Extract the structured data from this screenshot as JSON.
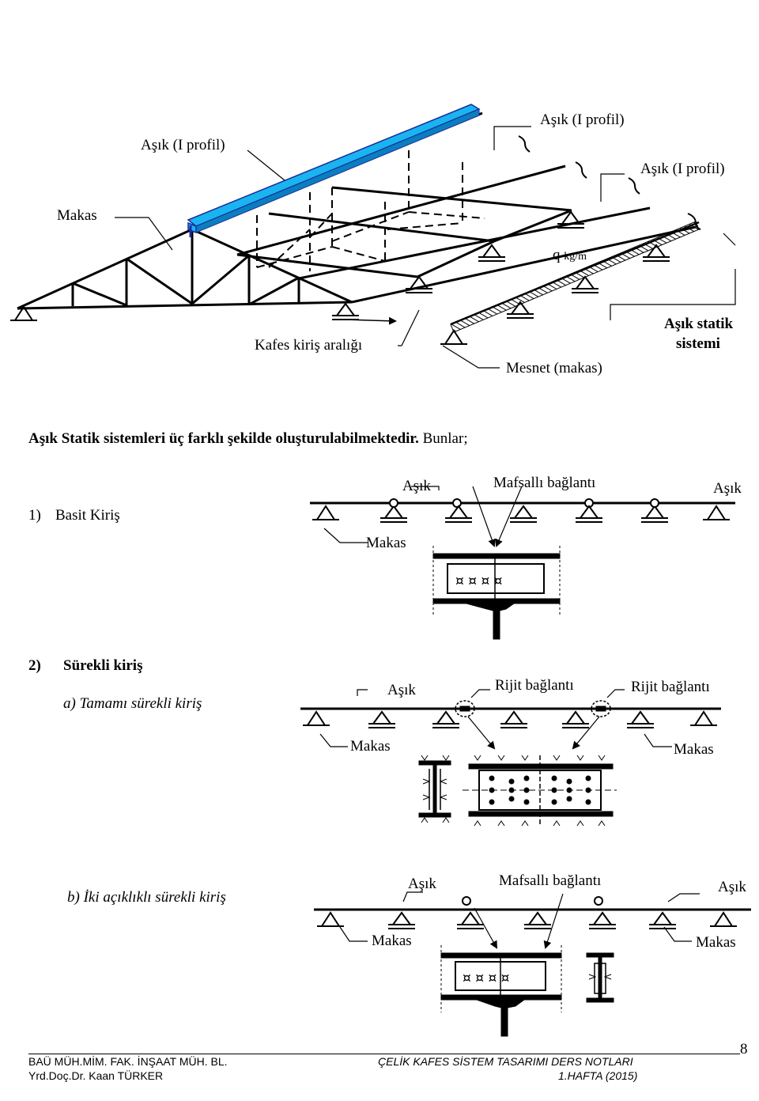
{
  "figure1": {
    "label_asik_profile_left": "Aşık (I profil)",
    "label_asik_profile_top": "Aşık (I profil)",
    "label_asik_profile_right": "Aşık (I profil)",
    "label_makas": "Makas",
    "label_q": "q",
    "label_q_unit": "kg/m",
    "label_kafes_araligi": "Kafes kiriş aralığı",
    "label_mesnet": "Mesnet  (makas)",
    "label_static_1": "Aşık statik",
    "label_static_2": "sistemi"
  },
  "intro": {
    "bold": "Aşık Statik sistemleri üç farklı şekilde oluşturulabilmektedir.",
    "normal": " Bunlar;"
  },
  "section1": {
    "number": "1)",
    "title": "Basit Kiriş",
    "label_asik_left": "Aşık",
    "label_mafsal": "Mafsallı bağlantı",
    "label_asik_right": "Aşık",
    "label_makas": "Makas"
  },
  "section2": {
    "number": "2)",
    "title": "Sürekli kiriş",
    "sub_a": "a)  Tamamı sürekli kiriş",
    "label_asik": "Aşık",
    "label_rijit_1": "Rijit bağlantı",
    "label_rijit_2": "Rijit bağlantı",
    "label_makas_left": "Makas",
    "label_makas_right": "Makas"
  },
  "section2b": {
    "sub_b": "b)  İki açıklıklı sürekli kiriş",
    "label_asik_left": "Aşık",
    "label_mafsal": "Mafsallı bağlantı",
    "label_asik_right": "Aşık",
    "label_makas_left": "Makas",
    "label_makas_right": "Makas"
  },
  "footer": {
    "left_line1": "BAÜ MÜH.MİM. FAK.  İNŞAAT MÜH. BL.",
    "left_line2": "Yrd.Doç.Dr. Kaan TÜRKER",
    "right_line1": "ÇELİK KAFES SİSTEM TASARIMI DERS NOTLARI",
    "right_line2": "1.HAFTA  (2015)",
    "page_number": "8"
  },
  "colors": {
    "beam_fill": "#1ab4f0",
    "beam_dark": "#0a7fc0",
    "beam_edge": "#1b2c9c"
  }
}
